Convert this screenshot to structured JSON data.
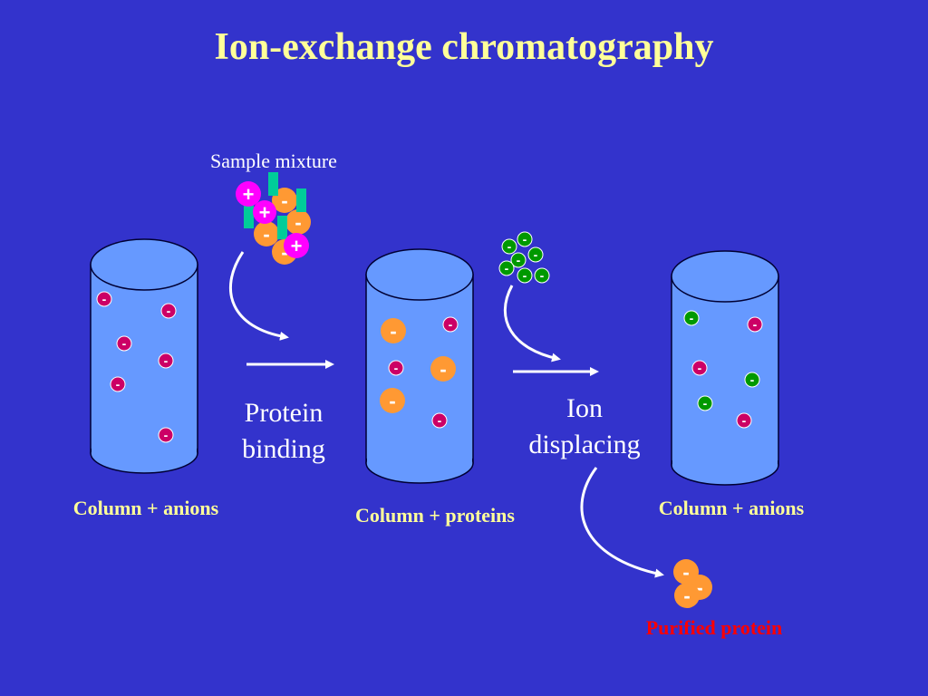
{
  "title": "Ion-exchange chromatography",
  "sample_label": "Sample mixture",
  "steps": {
    "binding": [
      "Protein",
      "binding"
    ],
    "displacing": [
      "Ion",
      "displacing"
    ]
  },
  "columns": [
    {
      "caption": "Column + anions"
    },
    {
      "caption": "Column + proteins"
    },
    {
      "caption": "Column + anions"
    }
  ],
  "purified_label": "Purified protein",
  "symbols": {
    "minus": "-",
    "plus": "+"
  },
  "colors": {
    "background": "#3333cc",
    "title": "#ffff99",
    "column_fill": "#6699ff",
    "anion": "#cc0066",
    "protein": "#ff9933",
    "displacing_ion": "#009900",
    "positive_ion": "#ff00ff",
    "neutral_block": "#00cc99",
    "purified_text": "#ff0000"
  }
}
